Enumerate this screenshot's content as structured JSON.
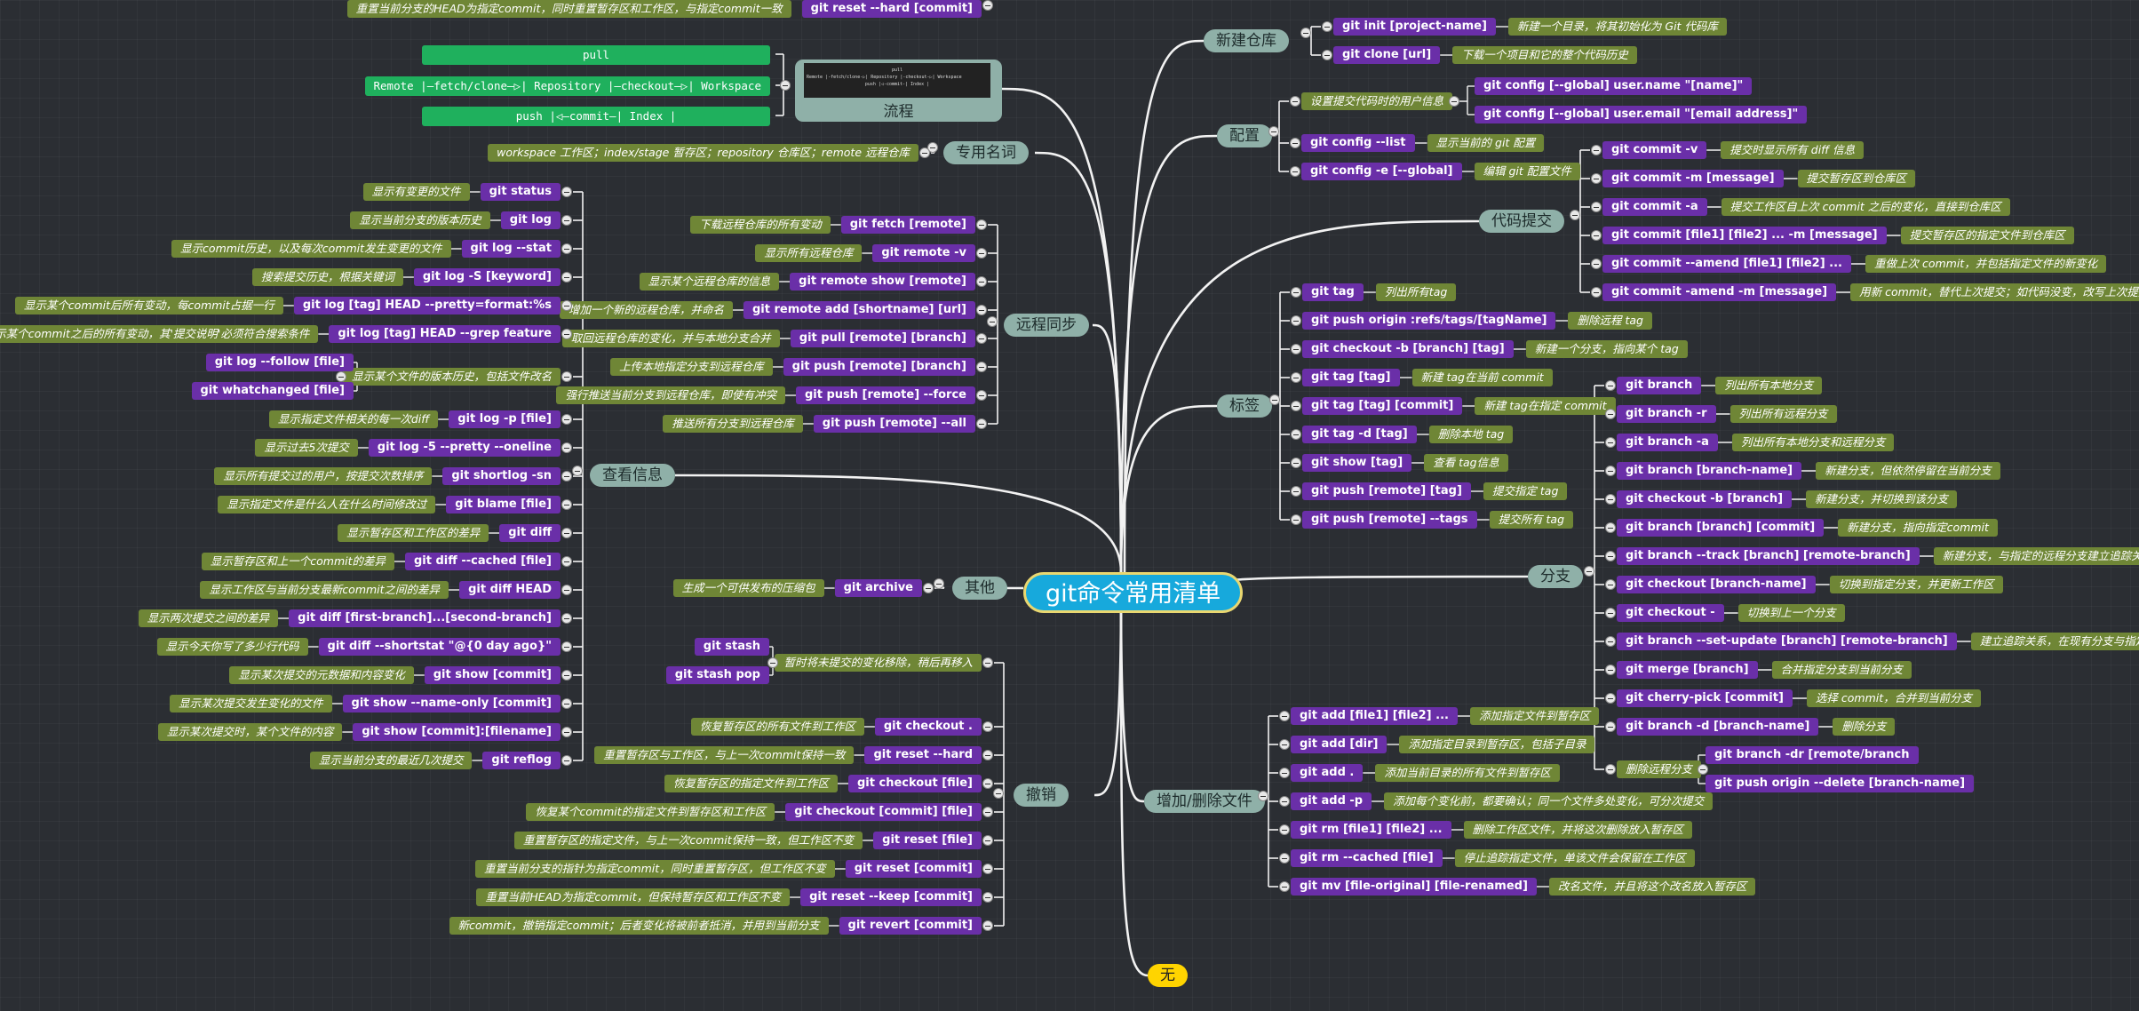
{
  "root": "git命令常用清单",
  "bottom": "无",
  "branches": [
    {
      "id": "b_new",
      "label": "新建仓库",
      "children": [
        {
          "cmd": "git init [project-name]",
          "desc": "新建一个目录，将其初始化为 Git 代码库"
        },
        {
          "cmd": "git clone [url]",
          "desc": "下载一个项目和它的整个代码历史"
        }
      ]
    },
    {
      "id": "b_cfg",
      "label": "配置",
      "children": [
        {
          "desc": "设置提交代码时的用户信息",
          "subs": [
            {
              "cmd": "git config [--global] user.name \"[name]\""
            },
            {
              "cmd": "git config [--global] user.email \"[email address]\""
            }
          ]
        },
        {
          "cmd": "git config --list",
          "desc": "显示当前的 git 配置"
        },
        {
          "cmd": "git config -e [--global]",
          "desc": "编辑 git 配置文件"
        }
      ]
    },
    {
      "id": "b_commit",
      "label": "代码提交",
      "children": [
        {
          "cmd": "git commit -v",
          "desc": "提交时显示所有 diff 信息"
        },
        {
          "cmd": "git commit -m [message]",
          "desc": "提交暂存区到仓库区"
        },
        {
          "cmd": "git commit -a",
          "desc": "提交工作区自上次 commit 之后的变化，直接到仓库区"
        },
        {
          "cmd": "git commit [file1] [file2] ... -m [message]",
          "desc": "提交暂存区的指定文件到仓库区"
        },
        {
          "cmd": "git commit --amend [file1] [file2] ...",
          "desc": "重做上次 commit，并包括指定文件的新变化"
        },
        {
          "cmd": "git commit -amend -m [message]",
          "desc": "用新 commit，替代上次提交；如代码没变，改写上次提交信息"
        }
      ]
    },
    {
      "id": "b_tag",
      "label": "标签",
      "children": [
        {
          "cmd": "git tag",
          "desc": "列出所有tag"
        },
        {
          "cmd": "git push origin :refs/tags/[tagName]",
          "desc": "删除远程 tag"
        },
        {
          "cmd": "git checkout -b [branch] [tag]",
          "desc": "新建一个分支，指向某个 tag"
        },
        {
          "cmd": "git tag [tag]",
          "desc": "新建 tag在当前 commit"
        },
        {
          "cmd": "git tag [tag] [commit]",
          "desc": "新建 tag在指定 commit"
        },
        {
          "cmd": "git tag -d [tag]",
          "desc": "删除本地 tag"
        },
        {
          "cmd": "git show [tag]",
          "desc": "查看 tag信息"
        },
        {
          "cmd": "git push [remote] [tag]",
          "desc": "提交指定 tag"
        },
        {
          "cmd": "git push [remote] --tags",
          "desc": "提交所有 tag"
        }
      ]
    },
    {
      "id": "b_branch",
      "label": "分支",
      "children": [
        {
          "cmd": "git branch",
          "desc": "列出所有本地分支"
        },
        {
          "cmd": "git branch -r",
          "desc": "列出所有远程分支"
        },
        {
          "cmd": "git branch -a",
          "desc": "列出所有本地分支和远程分支"
        },
        {
          "cmd": "git branch [branch-name]",
          "desc": "新建分支，但依然停留在当前分支"
        },
        {
          "cmd": "git checkout -b [branch]",
          "desc": "新建分支，并切换到该分支"
        },
        {
          "cmd": "git branch [branch] [commit]",
          "desc": "新建分支，指向指定commit"
        },
        {
          "cmd": "git branch --track [branch] [remote-branch]",
          "desc": "新建分支，与指定的远程分支建立追踪关系"
        },
        {
          "cmd": "git checkout [branch-name]",
          "desc": "切换到指定分支，并更新工作区"
        },
        {
          "cmd": "git checkout -",
          "desc": "切换到上一个分支"
        },
        {
          "cmd": "git branch --set-update [branch] [remote-branch]",
          "desc": "建立追踪关系，在现有分支与指定远程分支间"
        },
        {
          "cmd": "git merge [branch]",
          "desc": "合并指定分支到当前分支"
        },
        {
          "cmd": "git cherry-pick [commit]",
          "desc": "选择 commit，合并到当前分支"
        },
        {
          "cmd": "git branch -d [branch-name]",
          "desc": "删除分支"
        },
        {
          "desc": "删除远程分支",
          "subs": [
            {
              "cmd": "git branch -dr [remote/branch"
            },
            {
              "cmd": "git push origin --delete [branch-name]"
            }
          ]
        }
      ]
    },
    {
      "id": "b_add",
      "label": "增加/删除文件",
      "children": [
        {
          "cmd": "git add [file1] [file2] ...",
          "desc": "添加指定文件到暂存区"
        },
        {
          "cmd": "git add [dir]",
          "desc": "添加指定目录到暂存区，包括子目录"
        },
        {
          "cmd": "git add .",
          "desc": "添加当前目录的所有文件到暂存区"
        },
        {
          "cmd": "git add -p",
          "desc": "添加每个变化前，都要确认；同一个文件多处变化，可分次提交"
        },
        {
          "cmd": "git rm [file1] [file2] ...",
          "desc": "删除工作区文件，并将这次删除放入暂存区"
        },
        {
          "cmd": "git rm --cached [file]",
          "desc": "停止追踪指定文件，单该文件会保留在工作区"
        },
        {
          "cmd": "git mv [file-original] [file-renamed]",
          "desc": "改名文件，并且将这个改名放入暂存区"
        }
      ]
    },
    {
      "id": "b_flow",
      "label": "流程",
      "thumb": [
        "pull",
        "Remote |-fetch/clone-▷| Repository |-checkout-▷| Workspace",
        "push    |◁-commit-| Index |"
      ],
      "children": [
        {
          "green": "pull"
        },
        {
          "green": "Remote  |—fetch/clone—▷|  Repository  |—checkout—▷|  Workspace"
        },
        {
          "green": "push    |◁—commit—|  Index  |"
        }
      ]
    },
    {
      "id": "b_term",
      "label": "专用名词",
      "children": [
        {
          "desc": "workspace 工作区；index/stage 暂存区；repository 仓库区；remote 远程仓库"
        }
      ]
    },
    {
      "id": "b_remote",
      "label": "远程同步",
      "children": [
        {
          "cmd": "git fetch [remote]",
          "desc": "下载远程仓库的所有变动"
        },
        {
          "cmd": "git remote -v",
          "desc": "显示所有远程仓库"
        },
        {
          "cmd": "git remote show [remote]",
          "desc": "显示某个远程仓库的信息"
        },
        {
          "cmd": "git remote add [shortname] [url]",
          "desc": "增加一个新的远程仓库，并命名"
        },
        {
          "cmd": "git pull [remote] [branch]",
          "desc": "取回远程仓库的变化，并与本地分支合并"
        },
        {
          "cmd": "git push [remote] [branch]",
          "desc": "上传本地指定分支到远程仓库"
        },
        {
          "cmd": "git push [remote] --force",
          "desc": "强行推送当前分支到远程仓库，即使有冲突"
        },
        {
          "cmd": "git push [remote] --all",
          "desc": "推送所有分支到远程仓库"
        }
      ]
    },
    {
      "id": "b_view",
      "label": "查看信息",
      "children": [
        {
          "cmd": "git status",
          "desc": "显示有变更的文件"
        },
        {
          "cmd": "git log",
          "desc": "显示当前分支的版本历史"
        },
        {
          "cmd": "git log --stat",
          "desc": "显示commit历史，以及每次commit发生变更的文件"
        },
        {
          "cmd": "git log -S [keyword]",
          "desc": "搜索提交历史，根据关键词"
        },
        {
          "cmd": "git log [tag] HEAD --pretty=format:%s",
          "desc": "显示某个commit后所有变动，每commit占据一行"
        },
        {
          "cmd": "git log [tag] HEAD --grep feature",
          "desc": "显示某个commit之后的所有变动，其'提交说明'必须符合搜索条件"
        },
        {
          "desc": "显示某个文件的版本历史，包括文件改名",
          "subs": [
            {
              "cmd": "git log --follow [file]"
            },
            {
              "cmd": "git whatchanged [file]"
            }
          ]
        },
        {
          "cmd": "git log -p [file]",
          "desc": "显示指定文件相关的每一次diff"
        },
        {
          "cmd": "git log -5 --pretty --oneline",
          "desc": "显示过去5次提交"
        },
        {
          "cmd": "git shortlog -sn",
          "desc": "显示所有提交过的用户，按提交次数排序"
        },
        {
          "cmd": "git blame [file]",
          "desc": "显示指定文件是什么人在什么时间修改过"
        },
        {
          "cmd": "git diff",
          "desc": "显示暂存区和工作区的差异"
        },
        {
          "cmd": "git diff --cached [file]",
          "desc": "显示暂存区和上一个commit的差异"
        },
        {
          "cmd": "git diff HEAD",
          "desc": "显示工作区与当前分支最新commit之间的差异"
        },
        {
          "cmd": "git diff [first-branch]...[second-branch]",
          "desc": "显示两次提交之间的差异"
        },
        {
          "cmd": "git diff --shortstat \"@{0 day ago}\"",
          "desc": "显示今天你写了多少行代码"
        },
        {
          "cmd": "git show [commit]",
          "desc": "显示某次提交的元数据和内容变化"
        },
        {
          "cmd": "git show --name-only [commit]",
          "desc": "显示某次提交发生变化的文件"
        },
        {
          "cmd": "git show [commit]:[filename]",
          "desc": "显示某次提交时，某个文件的内容"
        },
        {
          "cmd": "git reflog",
          "desc": "显示当前分支的最近几次提交"
        }
      ]
    },
    {
      "id": "b_other",
      "label": "其他",
      "children": [
        {
          "cmd": "git archive",
          "desc": "生成一个可供发布的压缩包"
        }
      ]
    },
    {
      "id": "b_undo",
      "label": "撤销",
      "children": [
        {
          "desc": "暂时将未提交的变化移除，稍后再移入",
          "subs": [
            {
              "cmd": "git stash"
            },
            {
              "cmd": "git stash pop"
            }
          ]
        },
        {
          "cmd": "git checkout .",
          "desc": "恢复暂存区的所有文件到工作区"
        },
        {
          "cmd": "git reset --hard",
          "desc": "重置暂存区与工作区，与上一次commit保持一致"
        },
        {
          "cmd": "git checkout [file]",
          "desc": "恢复暂存区的指定文件到工作区"
        },
        {
          "cmd": "git checkout [commit] [file]",
          "desc": "恢复某个commit的指定文件到暂存区和工作区"
        },
        {
          "cmd": "git reset [file]",
          "desc": "重置暂存区的指定文件，与上一次commit保持一致，但工作区不变"
        },
        {
          "cmd": "git reset [commit]",
          "desc": "重置当前分支的指针为指定commit，同时重置暂存区，但工作区不变"
        },
        {
          "cmd": "git reset --keep [commit]",
          "desc": "重置当前HEAD为指定commit，但保持暂存区和工作区不变"
        },
        {
          "cmd": "git revert [commit]",
          "desc": "新commit，撤销指定commit；后者变化将被前者抵消，并用到当前分支"
        },
        {
          "cmd": "git reset --hard [commit]",
          "desc": "重置当前分支的HEAD为指定commit，同时重置暂存区和工作区，与指定commit一致"
        }
      ]
    }
  ]
}
